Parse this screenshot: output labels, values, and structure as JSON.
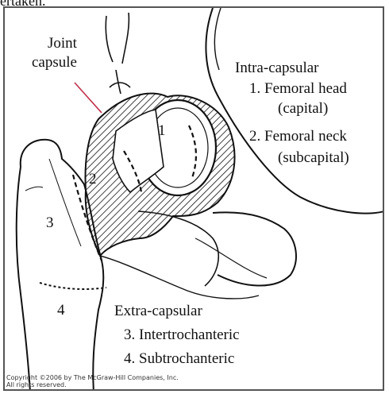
{
  "caption_partial": "ertaken.",
  "labels": {
    "joint_capsule_line1": "Joint",
    "joint_capsule_line2": "capsule",
    "intra_heading": "Intra-capsular",
    "intra_item1a": "1.  Femoral head",
    "intra_item1b": "(capital)",
    "intra_item2a": "2.  Femoral neck",
    "intra_item2b": "(subcapital)",
    "extra_heading": "Extra-capsular",
    "extra_item3": "3.  Intertrochanteric",
    "extra_item4": "4.  Subtrochanteric"
  },
  "region_numbers": {
    "r1": "1",
    "r2": "2",
    "r3": "3",
    "r4": "4"
  },
  "copyright": {
    "line1": "Copyright ©2006 by The McGraw-Hill Companies, Inc.",
    "line2": "All rights reserved."
  },
  "colors": {
    "ink": "#111111",
    "pointer_line": "#c0304a",
    "frame": "#555555"
  }
}
